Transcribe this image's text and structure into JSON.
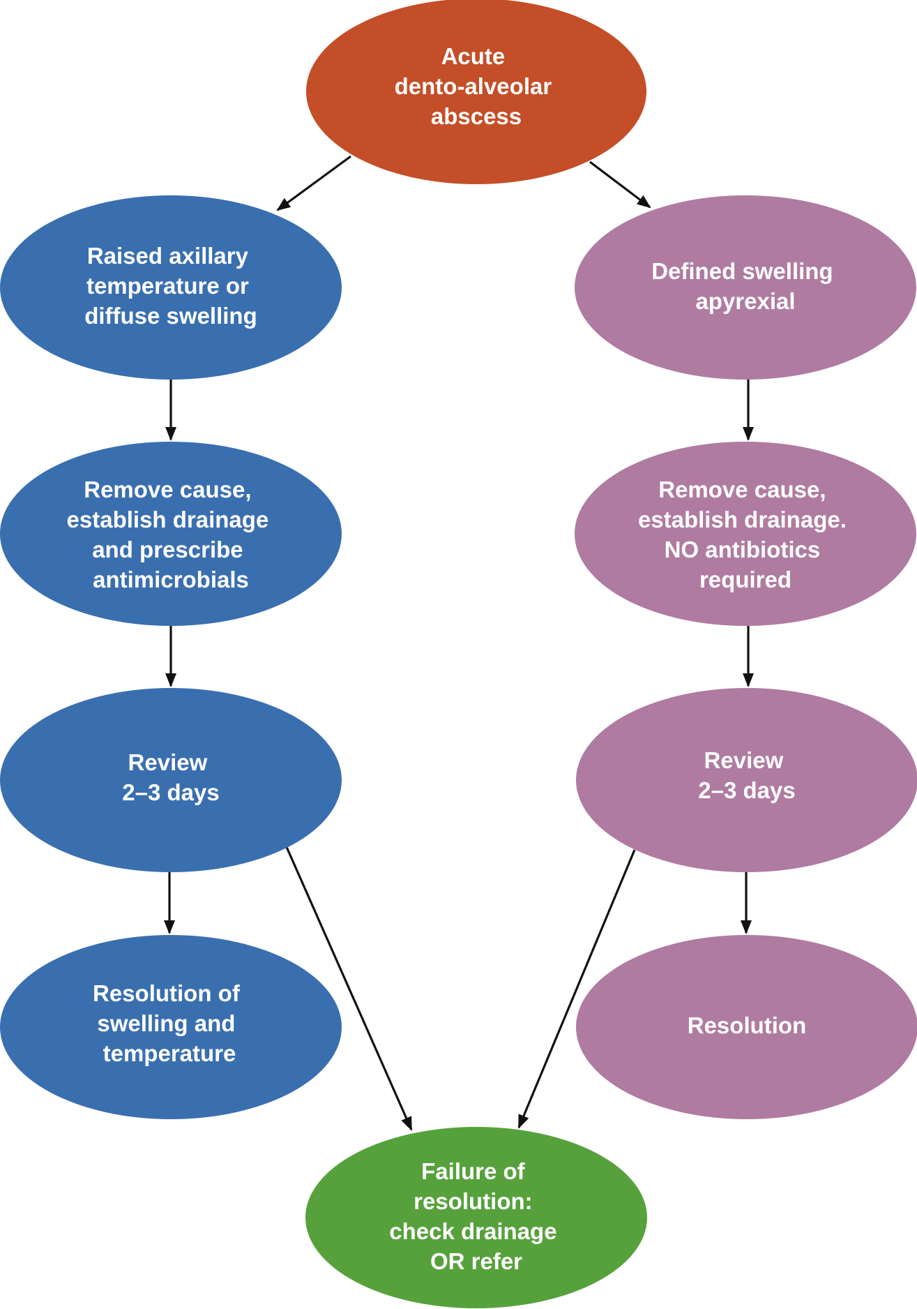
{
  "colors": {
    "start": "#C44E27",
    "left_branch": "#3A6FAF",
    "right_branch": "#AF7BA1",
    "failure": "#56A13C",
    "text": "#FFFFFF",
    "arrow": "#111111"
  },
  "nodes": {
    "start": {
      "lines": [
        "Acute",
        "dento-alveolar",
        "abscess"
      ]
    },
    "left_assess": {
      "lines": [
        "Raised axillary",
        "temperature or",
        "diffuse swelling"
      ]
    },
    "left_treat": {
      "lines": [
        "Remove cause,",
        "establish drainage",
        "and prescribe",
        "antimicrobials"
      ]
    },
    "left_review": {
      "lines": [
        "Review",
        "2–3 days"
      ]
    },
    "left_resolution": {
      "lines": [
        "Resolution of",
        "swelling and",
        "temperature"
      ]
    },
    "right_assess": {
      "lines": [
        "Defined swelling",
        "apyrexial"
      ]
    },
    "right_treat": {
      "lines": [
        "Remove cause,",
        "establish drainage.",
        "NO antibiotics",
        "required"
      ]
    },
    "right_review": {
      "lines": [
        "Review",
        "2–3 days"
      ]
    },
    "right_resolution": {
      "lines": [
        "Resolution"
      ]
    },
    "failure": {
      "lines": [
        "Failure of",
        "resolution:",
        "check drainage",
        "OR refer"
      ]
    }
  },
  "edges": [
    {
      "from": "start",
      "to": "left_assess"
    },
    {
      "from": "start",
      "to": "right_assess"
    },
    {
      "from": "left_assess",
      "to": "left_treat"
    },
    {
      "from": "left_treat",
      "to": "left_review"
    },
    {
      "from": "left_review",
      "to": "left_resolution"
    },
    {
      "from": "left_review",
      "to": "failure"
    },
    {
      "from": "right_assess",
      "to": "right_treat"
    },
    {
      "from": "right_treat",
      "to": "right_review"
    },
    {
      "from": "right_review",
      "to": "right_resolution"
    },
    {
      "from": "right_review",
      "to": "failure"
    }
  ]
}
